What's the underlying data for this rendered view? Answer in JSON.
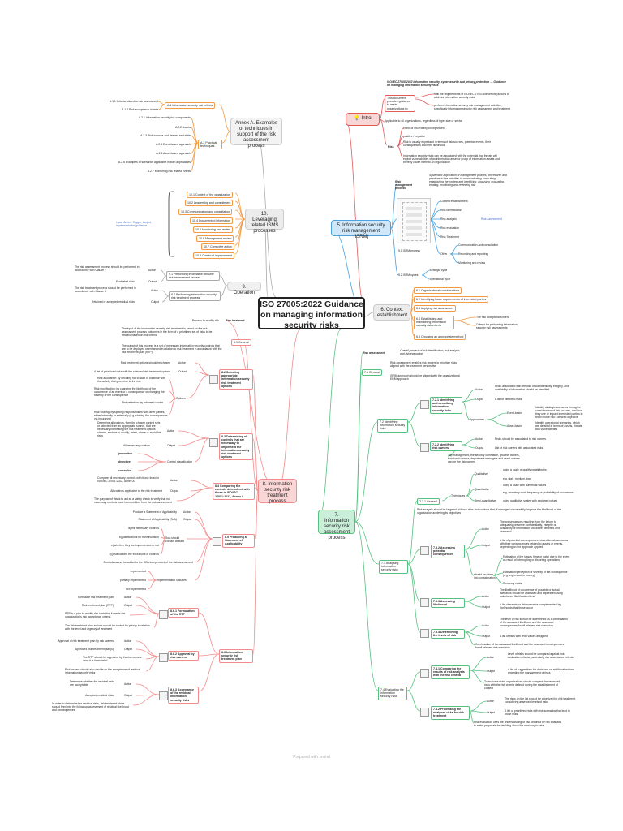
{
  "title": "ISO 27005:2022 Guidance on managing information security risks",
  "footer": "Prepared with xmind",
  "branches": {
    "intro": {
      "label": "Intro"
    },
    "isrm": {
      "label": "5. Information security risk management (ISRM)"
    },
    "context": {
      "label": "6. Context establishment"
    },
    "assessment": {
      "label": "7. Information security risk assessment process"
    },
    "treatment": {
      "label": "8. Information security risk treatment process"
    },
    "operation": {
      "label": "9. Operation"
    },
    "isms": {
      "label": "10. Leveraging related ISMS processes"
    },
    "annex": {
      "label": "Annex A. Examples of techniques in support of the risk assessment process"
    }
  },
  "intro": {
    "header": "ISO/IEC 27005:2022 Information security, cybersecurity and privacy protection — Guidance on managing information security risks",
    "purpose": "This document provides guidance to assist organizations to:",
    "purpose_items": [
      "fulfil the requirements of ISO/IEC 27001 concerning actions to address information security risks",
      "perform information security risk management activities, specifically information security risk assessment and treatment"
    ],
    "applicable": "Applicable to all organizations, regardless of type, size or sector",
    "risk_label": "Risk",
    "risk_items": [
      "Effect of uncertainty on objectives",
      "positive / negative",
      "Risk is usually expressed in terms of risk sources, potential events, their consequences and their likelihood",
      "Information security risks can be associated with the potential that threats will exploit vulnerabilities of an information asset or group of information assets and thereby cause harm to an organization"
    ]
  },
  "isrm": {
    "process_label": "Risk management process",
    "process_def": "Systematic application of management policies, procedures and practices to the activities of communicating, consulting, establishing the context and identifying, analysing, evaluating, treating, monitoring and reviewing risk",
    "figure_label": "5.1 ISRM process",
    "steps": [
      "Context establishment",
      "Risk identification",
      "Risk analysis",
      "Risk evaluation",
      "Risk Treatment"
    ],
    "risk_assessment_tag": "Risk Assessment",
    "other_label": "Other",
    "other_items": [
      "Communication and consultation",
      "Recording and reporting",
      "Monitoring and review"
    ],
    "cycles_label": "5.2 ISRM cycles",
    "cycles": [
      "strategic cycle",
      "operational cycle"
    ]
  },
  "context": {
    "items": [
      "6.1 Organizational considerations",
      "6.2 Identifying basic requirements of interested parties",
      "6.3 Applying risk assessment",
      "6.4 Establishing and maintaining information security risk criteria",
      "6.5 Choosing an appropriate method"
    ],
    "criteria": [
      "The risk acceptance criteria",
      "Criteria for performing information security risk assessments"
    ]
  },
  "assessment": {
    "header_label": "Risk assessment",
    "header_desc": "Overall process of risk identification, risk analysis and risk evaluation",
    "general_label": "7.1 General",
    "general_items": [
      "Risk assessment enables risk owners to prioritize risks aligned with the treatment perspective",
      "ISRM approach should be aligned with the organizational ERM approach"
    ],
    "ident_label": "7.2 Identifying information security risks",
    "ident_describing": "7.2.1 Identifying and describing information security risks",
    "ident_action": "Risks associated with the loss of confidentiality, integrity, and availability of information should be identified",
    "ident_output": "A list of identified risks",
    "approaches_label": "Approaches",
    "event_based": "Event-based",
    "event_desc": "Identify strategic scenarios through a consideration of risk sources, and how they use or impact interested parties to reach those risk's desired objective",
    "asset_based": "Asset-based",
    "asset_desc": "Identify operational scenarios, which are detailed in terms of assets, threats and vulnerabilities",
    "owners_label": "7.2.2 Identifying risk owners",
    "owners_action": "Risks should be associated to risk owners",
    "owners_output": "List of risk owners with associated risks",
    "owners_note": "Top management, the security committee, process owners, functional owners, department managers and asset owners can be the risk owners",
    "analysis_label": "7.3 Analysing information security risks",
    "analysis_general": "7.3.1 General",
    "techniques_label": "Techniques",
    "qualitative": "Qualitative",
    "qualitative_items": [
      "using a scale of qualifying attributes",
      "e.g. high, medium, low"
    ],
    "quantitative": "Quantitative",
    "quantitative_items": [
      "using a scale with numerical values",
      "e.g. monetary cost, frequency or probability of occurrence"
    ],
    "semiquant": "Semi-quantitative",
    "semiquant_item": "using qualitative scales with assigned values",
    "analysis_note": "Risk analysis should be targeted at those risks and controls that, if managed successfully, improve the likelihood of the organization achieving its objectives",
    "conseq_label": "7.3.2 Assessing potential consequences",
    "conseq_action": "The consequences resulting from the failure to adequately preserve confidentiality, integrity or availability of information should be identified and assessed",
    "conseq_output": "A list of potential consequences related to risk scenarios with their consequences related to assets or events, depending on the approach applied",
    "conseq_consider": "should be taken into consideration",
    "conseq_items": [
      "Estimation of the losses (time or data) due to the event as result of interrupting or distorting operations",
      "Estimation/perception of severity of the consequence (e.g. expressed in money)",
      "Recovery costs"
    ],
    "likelihood_label": "7.3.3 Assessing likelihood",
    "likelihood_action": "The likelihood of occurrence of possible or actual scenarios should be assessed and expressed using established likelihood criteria",
    "likelihood_output": "A list of events or risk scenarios complemented by likelihoods that these occur",
    "levels_label": "7.3.4 Determining the levels of risk",
    "levels_action": "The level of risk should be determined as a combination of the assessed likelihood and the assessed consequences for all relevant risk scenarios",
    "levels_output": "A list of risks with level values assigned",
    "levels_note": "Combination of the assessed likelihood and the assessed consequences for all relevant risk scenarios",
    "eval_label": "7.4 Evaluating the information security risks",
    "eval_compare": "7.4.1 Comparing the results of risk analysis with the risk criteria",
    "eval_action": "Level of risks should be compared against risk evaluation criteria, particularly risk acceptance criteria",
    "eval_output": "A list of suggestions for decisions on additional actions regarding the management of risks",
    "eval_note": "To evaluate risks, organizations should compare the assessed risks with the risk criteria defined during the establishment of context",
    "prio_label": "7.4.2 Prioritizing the analysed risks for risk treatment",
    "prio_action": "The risks on the list should be prioritized for risk treatment, considering assessed levels of risks",
    "prio_output": "A list of prioritized risks with risk scenarios that lead to those risks",
    "prio_note": "Risk evaluation uses the understanding of risk obtained by risk analysis to make proposals for deciding about the next way to take"
  },
  "treatment": {
    "header_label": "Risk treatment",
    "header_desc": "Process to modify risk",
    "general_label": "8.1 General",
    "general_items": [
      "The input of the information security risk treatment is based on the risk assessment process outcomes in the form of a prioritized set of risks to be treated, based on risk criteria",
      "The output of this process is a set of necessary information security controls that are to be deployed or enhanced in relation to risk treatment in accordance with the risk treatment plan (RTP)"
    ],
    "options_label": "8.2 Selecting appropriate information security risk treatment options",
    "options_action": "Risk treatment options should be chosen",
    "options_output": "A list of prioritized risks with the selected risk treatment options",
    "options_label_short": "Options",
    "options_items": [
      "Risk avoidance: by deciding not to start or continue with the activity that gives rise to the risk",
      "Risk modification: by changing the likelihood of the occurrence of an event or a consequence or changing the severity of the consequence",
      "Risk retention: by informed choice",
      "Risk sharing: by splitting responsibilities with other parties, either internally or externally (e.g. sharing the consequences via insurance)"
    ],
    "controls_label": "8.3 Determining all controls that are necessary to implement the information security risk treatment options",
    "controls_action": "Determine all controls, from the chosen control sets or selected from an appropriate source, that are necessary for treating the risk treatment options chosen, such as to modify, retain, share or avoid the risks",
    "controls_output": "All necessary controls",
    "controls_class": "Control classification",
    "controls_types": [
      "preventive",
      "detective",
      "corrective"
    ],
    "compare_label": "8.4 Comparing the controls determined with those in ISO/IEC 27001:2022, Annex A",
    "compare_action": "Compare all necessary controls with those listed in ISO/IEC 27001:2022, Annex A",
    "compare_output": "All controls applicable to the risk treatment",
    "compare_note": "The purpose of this is to act as a safety check to verify that no necessary controls have been omitted from the risk assessment",
    "soa_label": "8.5 Producing a Statement of Applicability",
    "soa_action": "Produce a Statement of Applicability",
    "soa_output": "Statement of Applicability (SoA)",
    "soa_contain": "SoA should contain at least",
    "soa_items": [
      "a) the necessary controls",
      "b) justifications for their inclusion",
      "c) whether they are implemented or not",
      "d) justifications the exclusions of controls"
    ],
    "soa_note": "Controls cannot be added to the SOA independent of the risk assessment",
    "soa_status_label": "Implementation statuses",
    "soa_status": [
      "implemented",
      "partially implemented",
      "not implemented"
    ],
    "plan_label": "8.6 Information security risk treatment plan",
    "rtp_label": "8.6.1 Formulation of the RTP",
    "rtp_action": "Formulate risk treatment plan",
    "rtp_output": "Risk treatment plan (RTP)",
    "rtp_items": [
      "RTP is a plan to modify risk such that it meets the organization's risk acceptance criteria",
      "The risk treatment plan actions should be ranked by priority in relation with the level and urgency of treatment"
    ],
    "approval_label": "8.6.2 Approval by risk owners",
    "approval_action": "Approval of risk treatment plan by risk owners",
    "approval_output": "Approved risk treatment plan(s)",
    "approval_items": [
      "The RTP should be approved by the risk owners once it is formulated",
      "Risk owners should also decide on the acceptance of residual information security risks"
    ],
    "residual_label": "8.6.3 Acceptance of the residual information security risks",
    "residual_action": "Determine whether the residual risks are acceptable",
    "residual_output": "Accepted residual risks",
    "residual_note": "In order to determine the residual risks, risk treatment plans should feed into the follow-up assessment of residual likelihood and consequences"
  },
  "operation": {
    "p1_label": "9.1 Performing information security risk assessment process",
    "p1_action": "The risk assessment process should be performed in accordance with Clause 7",
    "p1_output": "Evaluated risks",
    "p2_label": "9.2 Performing information security risk treatment process",
    "p2_action": "The risk treatment process should be performed in accordance with Clause 8",
    "p2_output": "Retained or accepted residual risks",
    "action_tag": "Action",
    "output_tag": "Output"
  },
  "isms": {
    "items": [
      "10.1 Context of the organization",
      "10.2 Leadership and commitment",
      "10.3 Communication and consultation",
      "10.4 Documented information",
      "10.5 Monitoring and review",
      "10.6 Management review",
      "10.7 Corrective action",
      "10.8 Continual improvement"
    ],
    "note": "Input, Action, Trigger, Output, Implementation guidance"
  },
  "annex": {
    "a1_label": "A.1 Information security risk criteria",
    "a1_items": [
      "A.1.1 Criteria related to risk assessment",
      "A.1.2 Risk acceptance criteria"
    ],
    "a2_label": "A.2 Practical techniques",
    "a2_items": [
      "A.2.1 Information security risk components",
      "A.2.2 Assets",
      "A.2.3 Risk sources and desired end state",
      "A.2.4 Event-based approach",
      "A.2.5 Asset-based approach",
      "A.2.6 Examples of scenarios applicable in both approaches",
      "A.2.7 Monitoring risk related events"
    ]
  },
  "colors": {
    "intro": "#e25a5a",
    "isrm": "#4aa3e0",
    "context": "#e9e9e9",
    "assessment": "#55c17f",
    "treatment": "#f28c8c",
    "operation": "#f0f0f0",
    "isms": "#e9e9e9",
    "annex": "#f3f3f3",
    "intro_fill": "#f9d6d6",
    "isrm_fill": "#cfe7f8",
    "assessment_fill": "#c9efd9",
    "treatment_fill": "#fbd6d6",
    "orange": "#f29b47",
    "blue_line": "#7ea6dc"
  }
}
